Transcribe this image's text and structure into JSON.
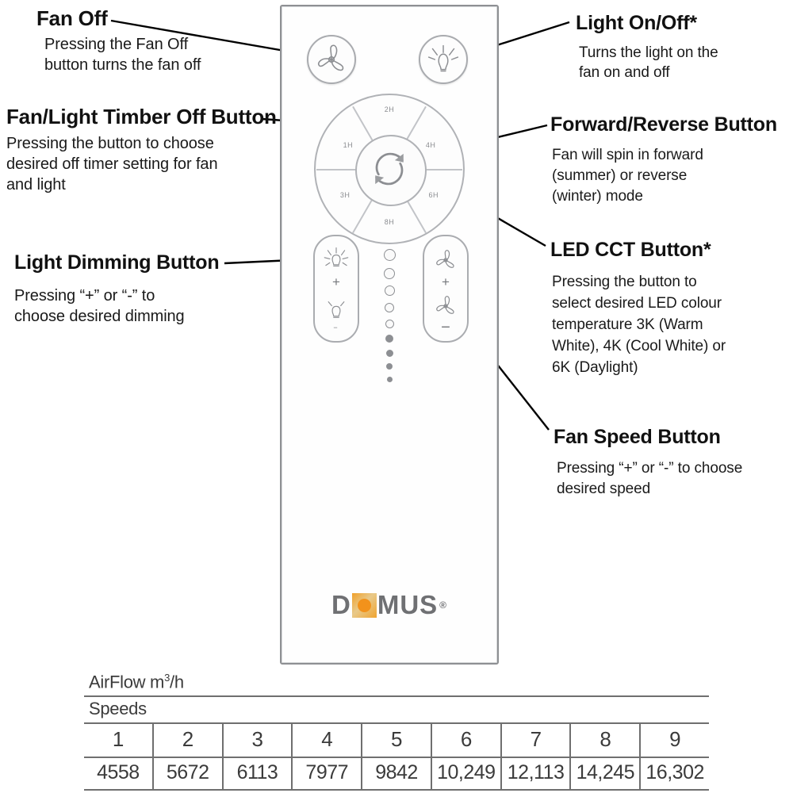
{
  "annotations": {
    "fan_off": {
      "title": "Fan Off",
      "body": "Pressing the Fan Off\nbutton turns the fan off"
    },
    "timer_off": {
      "title": "Fan/Light Timber Off Button",
      "body": "Pressing the button to choose\ndesired off timer setting for fan\nand light"
    },
    "light_dimming": {
      "title": "Light Dimming Button",
      "body": "Pressing “+” or “-” to\nchoose desired dimming"
    },
    "light_on_off": {
      "title": "Light On/Off*",
      "body": "Turns the light on the\nfan on and off"
    },
    "forward_reverse": {
      "title": "Forward/Reverse Button",
      "body": "Fan will spin in forward\n(summer) or reverse\n(winter) mode"
    },
    "led_cct": {
      "title": "LED CCT Button*",
      "body": "Pressing the button to\nselect desired LED colour\ntemperature 3K (Warm\nWhite), 4K (Cool White) or\n6K (Daylight)"
    },
    "fan_speed": {
      "title": "Fan Speed Button",
      "body": "Pressing “+” or “-” to choose\ndesired speed"
    }
  },
  "remote": {
    "buttons": {
      "fan_off_icon": "fan-blade-icon",
      "light_on_off_icon": "light-bulb-rays-icon",
      "forward_reverse_icon": "circular-arrows-icon",
      "dim_up_icon": "bright-bulb-icon",
      "dim_down_icon": "dim-bulb-icon",
      "speed_up_icon": "fan-blade-icon",
      "speed_down_icon": "fan-blade-icon",
      "plus_symbol": "+",
      "minus_symbol": "−"
    },
    "timer_segments": [
      "2H",
      "1H",
      "4H",
      "3H",
      "6H",
      "8H"
    ],
    "speed_indicator_count": 9,
    "logo": {
      "text_before": "D",
      "text_after": "MUS",
      "registered": "®",
      "accent_color": "#f2921b",
      "letter_color": "#6f7073"
    }
  },
  "table": {
    "title": "AirFlow m3/h",
    "title_prefix": "AirFlow m",
    "title_sup": "3",
    "title_suffix": "/h",
    "subtitle": "Speeds",
    "headers": [
      "1",
      "2",
      "3",
      "4",
      "5",
      "6",
      "7",
      "8",
      "9"
    ],
    "values": [
      "4558",
      "5672",
      "6113",
      "7977",
      "9842",
      "10,249",
      "12,113",
      "14,245",
      "16,302"
    ]
  },
  "chart_data": {
    "type": "table",
    "title": "AirFlow m3/h",
    "categories": [
      "1",
      "2",
      "3",
      "4",
      "5",
      "6",
      "7",
      "8",
      "9"
    ],
    "values": [
      4558,
      5672,
      6113,
      7977,
      9842,
      10249,
      12113,
      14245,
      16302
    ],
    "xlabel": "Speeds",
    "ylabel": "AirFlow m3/h"
  }
}
